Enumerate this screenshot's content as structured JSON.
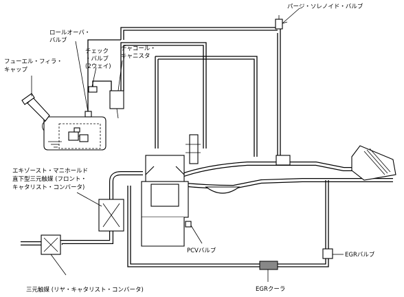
{
  "labels": {
    "purge_solenoid": "パージ・ソレノイド・バルブ",
    "rollover_line1": "ロールオーバ・",
    "rollover_line2": "バルブ",
    "check_line1": "チェック",
    "check_line2": "・バルブ",
    "check_line3": "(2ウェイ)",
    "charcoal_line1": "チャコール・",
    "charcoal_line2": "キャニスタ",
    "filler_line1": "フューエル・フィラ・",
    "filler_line2": "キャップ",
    "manifold_cat_line1": "エキゾースト・マニホールド",
    "manifold_cat_line2": "直下型三元触媒 (フロント・",
    "manifold_cat_line3": "キャタリスト・コンバータ)",
    "pcv": "PCVバルブ",
    "egr_valve": "EGRバルブ",
    "egr_cooler": "EGRクーラ",
    "rear_cat": "三元触媒 (リヤ・キャタリスト・コンバータ)"
  }
}
